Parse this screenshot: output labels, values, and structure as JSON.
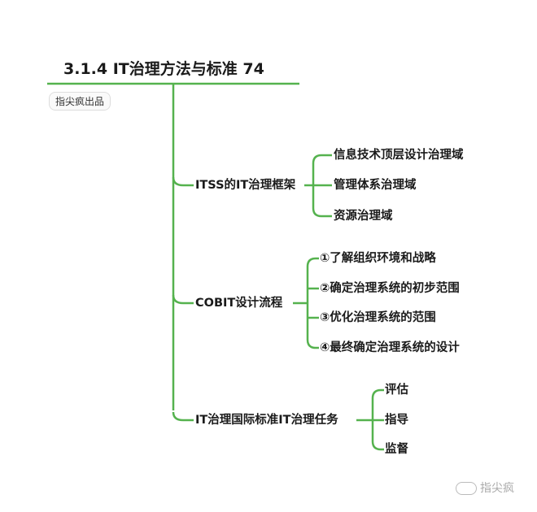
{
  "title": "3.1.4  IT治理方法与标准  74",
  "badge": "指尖疯出品",
  "watermark": "指尖疯",
  "line_color": "#55b24e",
  "branches": [
    {
      "label": "ITSS的IT治理框架",
      "children": [
        "信息技术顶层设计治理域",
        "管理体系治理域",
        "资源治理域"
      ]
    },
    {
      "label": "COBIT设计流程",
      "children": [
        "①了解组织环境和战略",
        "②确定治理系统的初步范围",
        "③优化治理系统的范围",
        "④最终确定治理系统的设计"
      ]
    },
    {
      "label": "IT治理国际标准IT治理任务",
      "children": [
        "评估",
        "指导",
        "监督"
      ]
    }
  ]
}
